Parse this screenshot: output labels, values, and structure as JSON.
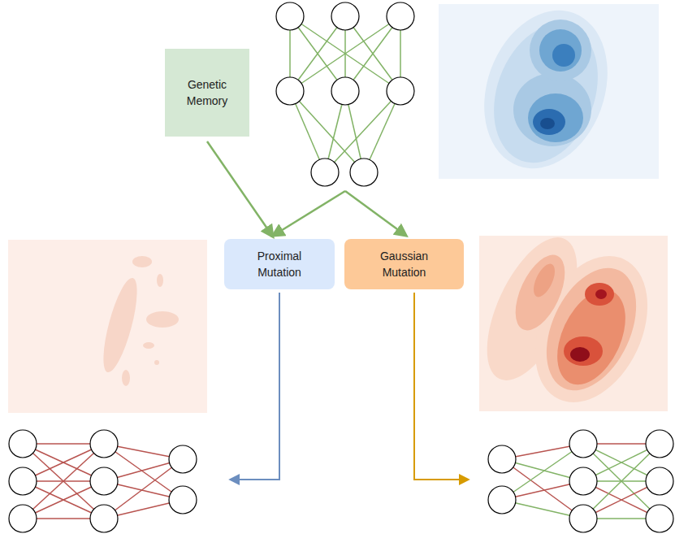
{
  "diagram": {
    "nodes": [
      {
        "text": [
          "Genetic Memory"
        ]
      },
      {
        "text": [
          "Proximal Mutation"
        ]
      },
      {
        "text": [
          "Gaussian Mutation"
        ]
      }
    ],
    "edges": [
      {
        "from": 0,
        "to": 1,
        "arrow": "to"
      }
    ]
  }
}
